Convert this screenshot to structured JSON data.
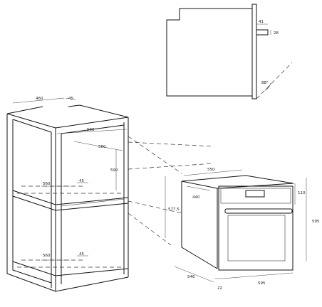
{
  "profile": {
    "d41": "41",
    "d28": "28",
    "angle": "88°"
  },
  "cabinet": {
    "d460": "460",
    "d45_top": "45",
    "d560_top": "560",
    "d560_inner": "560",
    "d590": "590",
    "d560_mid": "560",
    "d45_mid": "45",
    "d577": "577,5",
    "d560_bottom": "560",
    "d45_bottom": "45"
  },
  "oven": {
    "d550": "550",
    "d440": "440",
    "d110": "110",
    "d595_h": "595",
    "d546": "546",
    "d22": "22",
    "d595_w": "595"
  }
}
